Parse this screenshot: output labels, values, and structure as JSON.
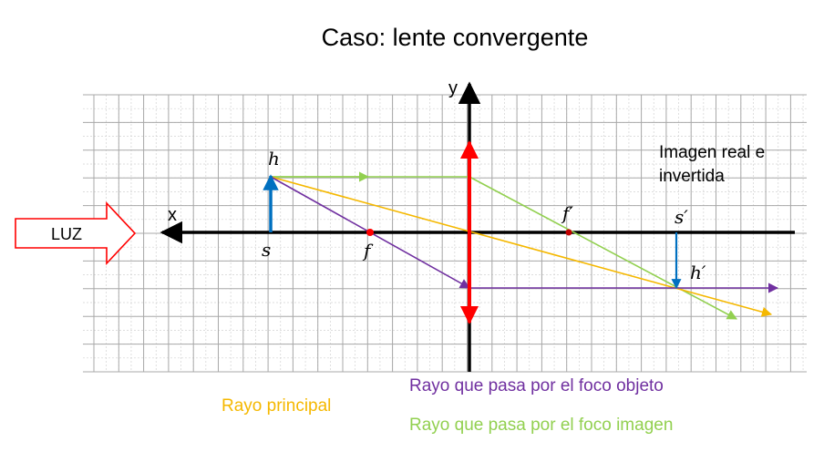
{
  "title": "Caso: lente convergente",
  "axes": {
    "x_label": "x",
    "y_label": "y"
  },
  "points": {
    "object_base": "s",
    "object_top": "h",
    "focus_object": "f",
    "focus_image": "f′",
    "image_base": "s′",
    "image_tip": "h′"
  },
  "source_label": "LUZ",
  "image_note": {
    "line1": "Imagen real e",
    "line2": "invertida"
  },
  "legend": {
    "principal": "Rayo principal",
    "focus_object": "Rayo que pasa por el foco objeto",
    "focus_image": "Rayo que pasa por el foco imagen"
  },
  "colors": {
    "principal": "#f5b800",
    "focus_object": "#7030a0",
    "focus_image": "#92d050",
    "lens": "#ff0000",
    "object_arrow": "#0070c0",
    "source_arrow": "#ff0000"
  },
  "icons": {
    "source": "arrow-right-outline-icon",
    "lens": "double-arrow-lens-icon"
  }
}
